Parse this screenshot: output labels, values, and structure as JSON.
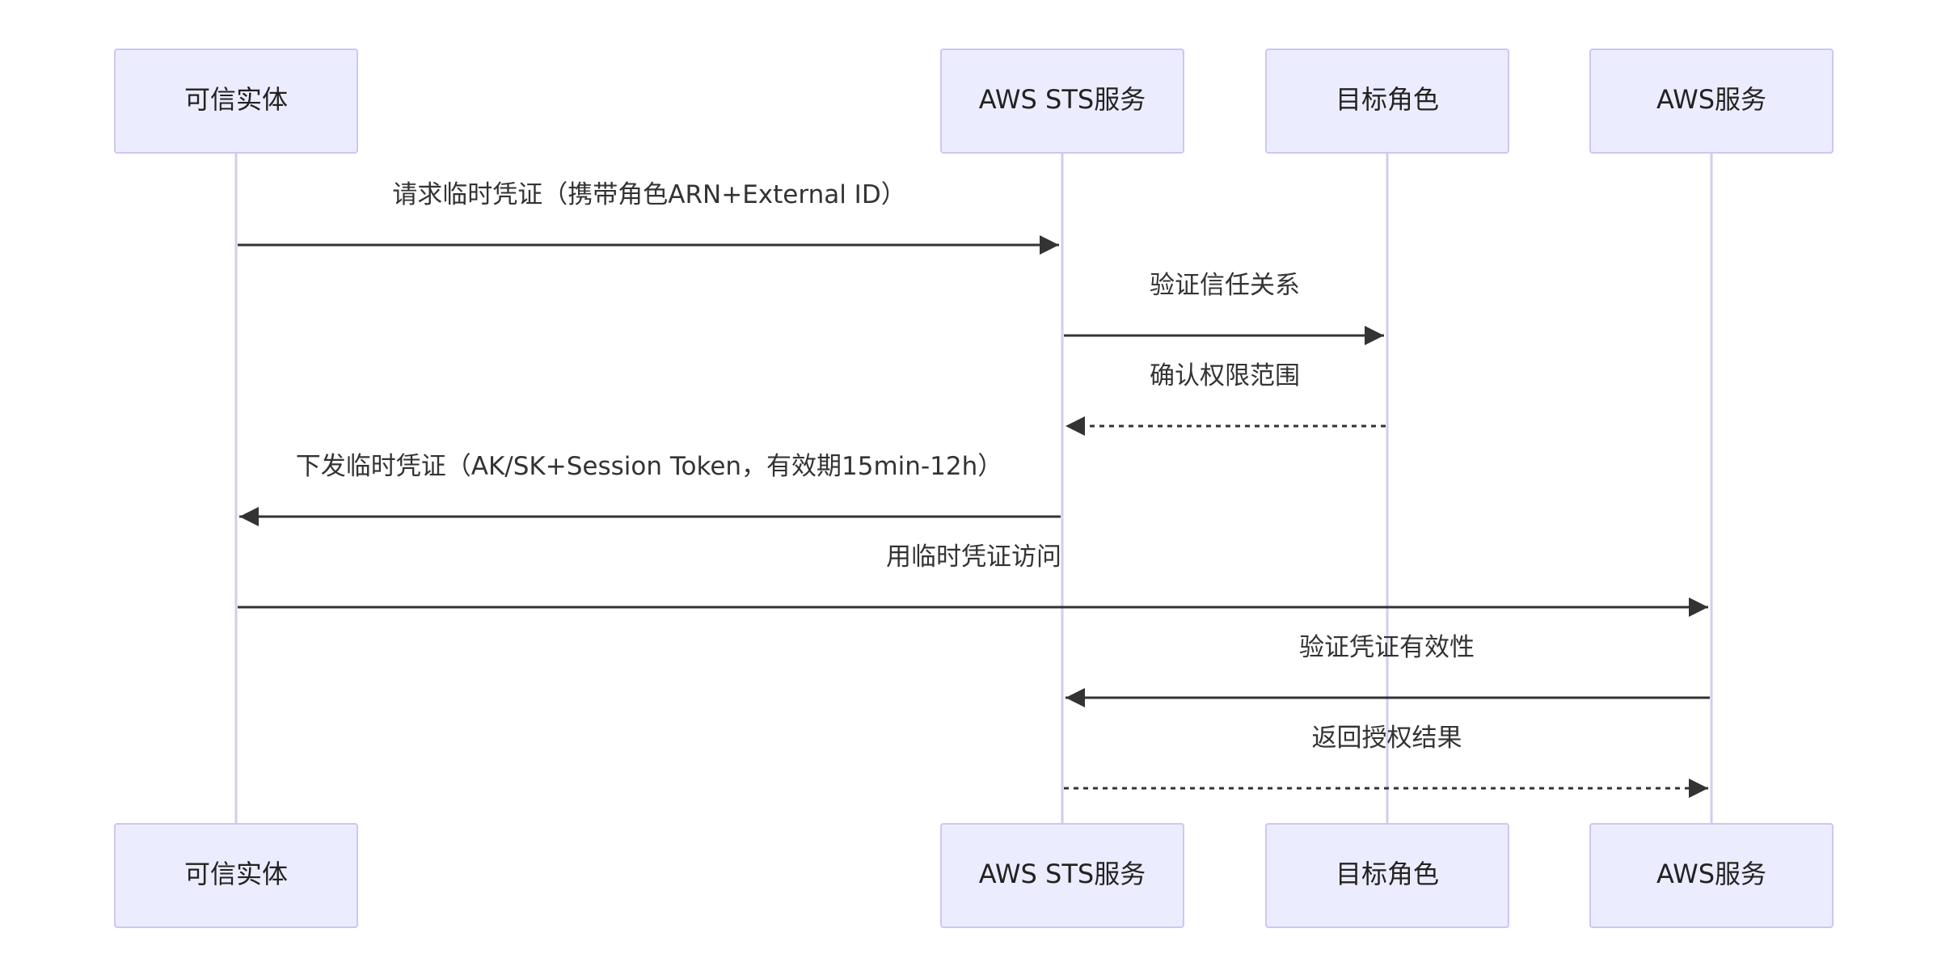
{
  "diagram": {
    "type": "sequence",
    "participants": [
      {
        "id": "trusted",
        "label": "可信实体"
      },
      {
        "id": "sts",
        "label": "AWS STS服务"
      },
      {
        "id": "role",
        "label": "目标角色"
      },
      {
        "id": "service",
        "label": "AWS服务"
      }
    ],
    "messages": [
      {
        "from": "trusted",
        "to": "sts",
        "label": "请求临时凭证（携带角色ARN+External ID）",
        "style": "solid"
      },
      {
        "from": "sts",
        "to": "role",
        "label": "验证信任关系",
        "style": "solid"
      },
      {
        "from": "role",
        "to": "sts",
        "label": "确认权限范围",
        "style": "dashed"
      },
      {
        "from": "sts",
        "to": "trusted",
        "label": "下发临时凭证（AK/SK+Session Token，有效期15min-12h）",
        "style": "solid"
      },
      {
        "from": "trusted",
        "to": "service",
        "label": "用临时凭证访问",
        "style": "solid"
      },
      {
        "from": "service",
        "to": "sts",
        "label": "验证凭证有效性",
        "style": "solid"
      },
      {
        "from": "sts",
        "to": "service",
        "label": "返回授权结果",
        "style": "dashed"
      }
    ]
  }
}
